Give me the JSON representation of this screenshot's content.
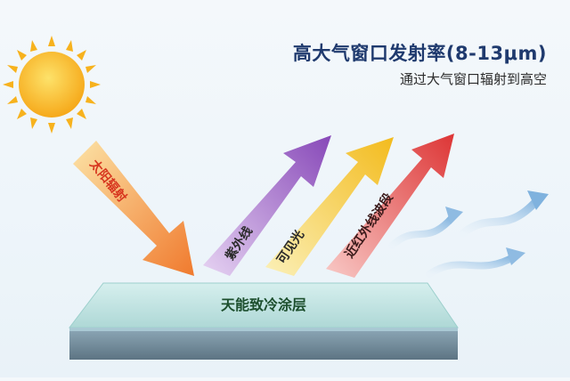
{
  "header": {
    "title": "高大气窗口发射率(8-13μm)",
    "subtitle": "通过大气窗口辐射到高空"
  },
  "labels": {
    "solar": "太阳辐射",
    "uv": "紫外线",
    "visible": "可见光",
    "nir": "近红外线波段",
    "coating": "天能致冷涂层"
  },
  "icons": {
    "sun": "sun-icon",
    "heat_waves": "heat-wave-arrows-icon"
  },
  "colors": {
    "title": "#1f3a6e",
    "solar_arrow": "#f38a3a",
    "uv_arrow": "#8f5bbd",
    "visible_arrow": "#f2c02c",
    "nir_arrow": "#e0403e",
    "coating_top": "#bfe3e2",
    "sun": "#f7b21d"
  }
}
